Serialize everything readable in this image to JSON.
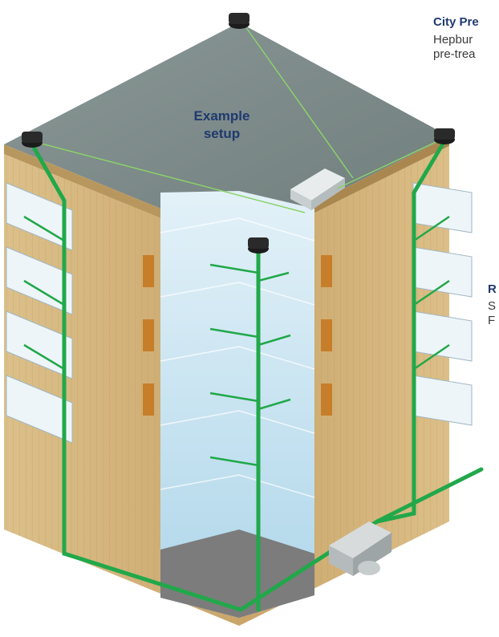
{
  "roof_label": {
    "line1": "Example",
    "line2": "setup"
  },
  "callouts": [
    {
      "id": "city-pre",
      "title": "City Pre",
      "lines": [
        "Hepbur",
        "pre-trea"
      ]
    },
    {
      "id": "r-callout",
      "title": "R",
      "lines": [
        "S",
        "F"
      ]
    }
  ],
  "colors": {
    "pipe_green": "#21a84a",
    "roof": "#7e8c8b",
    "wood": "#d5b57c",
    "glass": "#cfe6f3",
    "title_blue": "#1f3a6e"
  }
}
